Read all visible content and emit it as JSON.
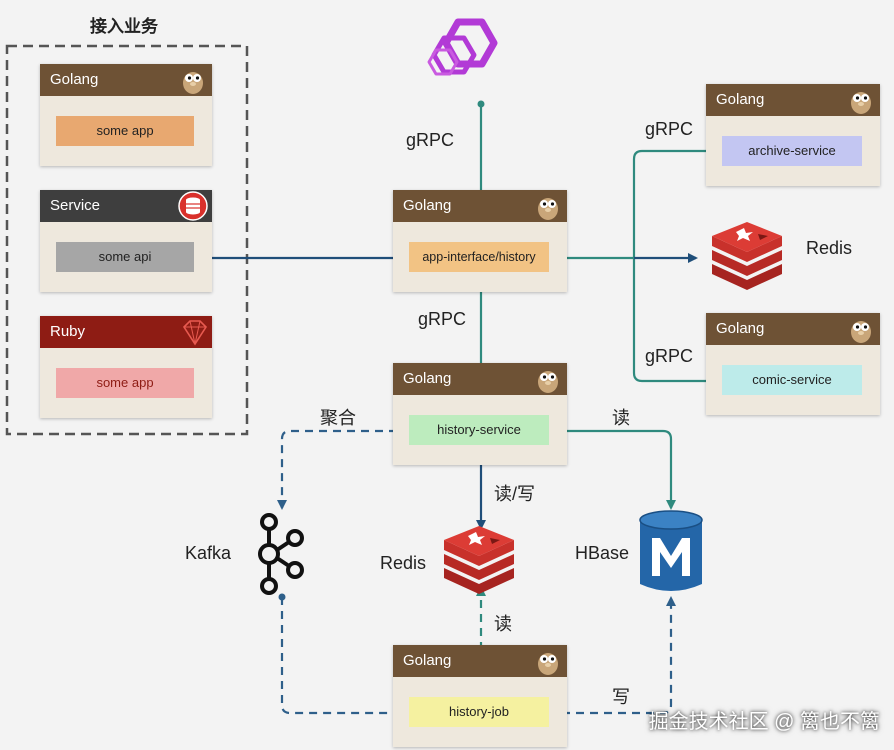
{
  "group_title": "接入业务",
  "clients": [
    {
      "header": "Golang",
      "item": "some app",
      "logo": "gopher-icon"
    },
    {
      "header": "Service",
      "item": "some api",
      "logo": "database-icon"
    },
    {
      "header": "Ruby",
      "item": "some app",
      "logo": "ruby-icon"
    }
  ],
  "services": {
    "app_interface": {
      "header": "Golang",
      "item": "app-interface/history"
    },
    "history_service": {
      "header": "Golang",
      "item": "history-service"
    },
    "history_job": {
      "header": "Golang",
      "item": "history-job"
    },
    "archive_service": {
      "header": "Golang",
      "item": "archive-service"
    },
    "comic_service": {
      "header": "Golang",
      "item": "comic-service"
    }
  },
  "stores": {
    "redis_top": "Redis",
    "redis_mid": "Redis",
    "hbase": "HBase",
    "kafka": "Kafka"
  },
  "edge_labels": {
    "grpc_top": "gRPC",
    "grpc_mid": "gRPC",
    "grpc_archive": "gRPC",
    "grpc_comic": "gRPC",
    "aggregate": "聚合",
    "read_hbase": "读",
    "read_write": "读/写",
    "read_job": "读",
    "write_job": "写"
  },
  "watermark": "掘金技术社区 @ 篱也不篱",
  "colors": {
    "teal": "#2f8a7e",
    "navy": "#1f4e79",
    "dashed": "#2e5f8a",
    "golang_header": "#6e5235",
    "service_header": "#3e3e3e",
    "ruby_header": "#8e1c14",
    "chip_orange": "#e8a870",
    "chip_gray": "#a6a6a6",
    "chip_pink": "#f0a8a8",
    "chip_orange_light": "#f2c384",
    "chip_green": "#bdecbe",
    "chip_yellow": "#f5f1a0",
    "chip_lavender": "#c3c6f2",
    "chip_cyan": "#bdebea",
    "redis_red": "#c8312b",
    "hbase_blue": "#2466a8",
    "envoy_purple": "#b23ad6"
  }
}
